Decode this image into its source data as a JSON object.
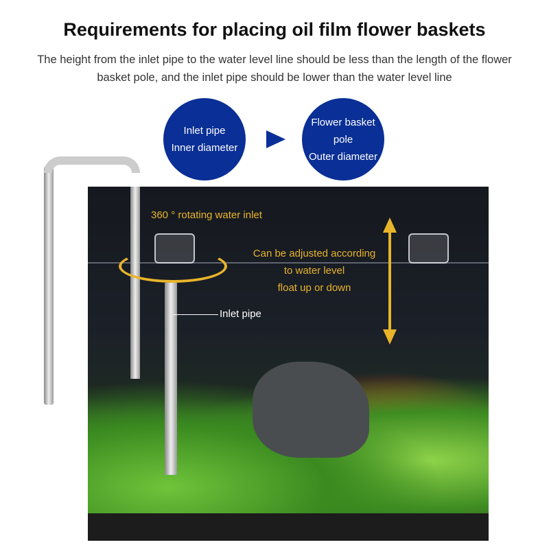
{
  "title": "Requirements for placing oil film flower baskets",
  "subtitle": "The height from the inlet pipe to the water level line should be less than the length of the flower basket pole, and the inlet pipe should be lower than the water level line",
  "circles": {
    "left": [
      "Inlet pipe",
      "Inner diameter"
    ],
    "right": [
      "Flower basket",
      "pole",
      "Outer diameter"
    ]
  },
  "annotations": {
    "rotating": "360 ° rotating water inlet",
    "adjust": [
      "Can be adjusted according",
      "to water level",
      "float up or down"
    ],
    "inlet_pipe": "Inlet pipe"
  },
  "colors": {
    "circle": "#0a2f96",
    "annotation": "#e8b42a"
  }
}
